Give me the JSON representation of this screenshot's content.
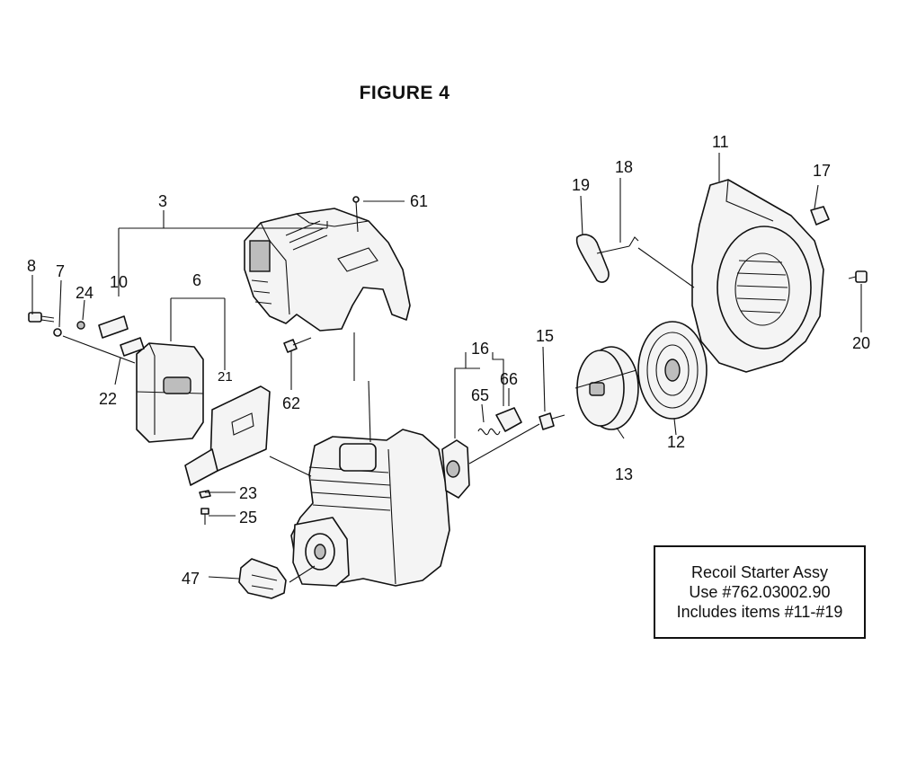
{
  "figure_title": "FIGURE 4",
  "callouts": {
    "c3": "3",
    "c6": "6",
    "c7": "7",
    "c8": "8",
    "c10": "10",
    "c11": "11",
    "c12": "12",
    "c13": "13",
    "c15": "15",
    "c16": "16",
    "c17": "17",
    "c18": "18",
    "c19": "19",
    "c20": "20",
    "c21": "21",
    "c22": "22",
    "c23": "23",
    "c24": "24",
    "c25": "25",
    "c47": "47",
    "c61": "61",
    "c62": "62",
    "c65": "65",
    "c66": "66"
  },
  "note": {
    "line1": "Recoil Starter Assy",
    "line2": "Use #762.03002.90",
    "line3": "Includes items #11-#19"
  }
}
